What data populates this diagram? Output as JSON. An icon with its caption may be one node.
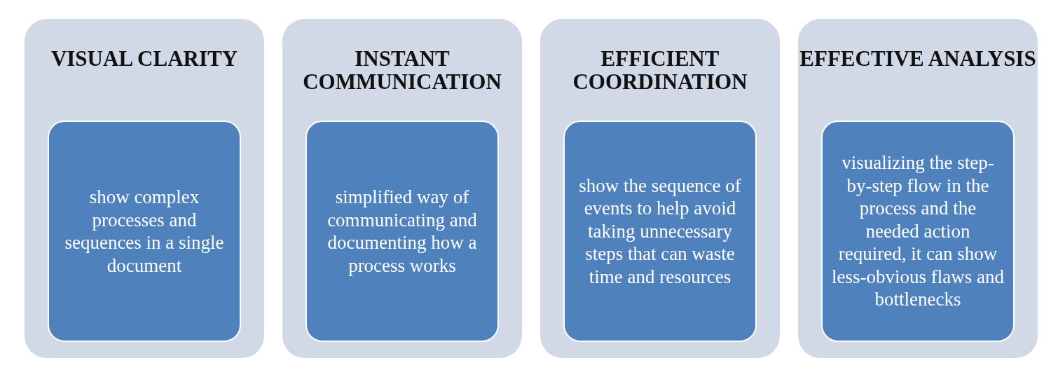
{
  "diagram": {
    "nodes": [
      {
        "text": [
          "VISUAL CLARITY"
        ]
      },
      {
        "text": [
          "show complex processes and sequences in a single document"
        ],
        "in": 0
      },
      {
        "text": [
          "INSTANT COMMUNICATION"
        ]
      },
      {
        "text": [
          "simplified way of communicating and documenting how a process works"
        ],
        "in": 2
      },
      {
        "text": [
          "EFFICIENT COORDINATION"
        ]
      },
      {
        "text": [
          "show the sequence of events to help avoid taking unnecessary steps that can waste time and resources"
        ],
        "in": 4
      },
      {
        "text": [
          "EFFECTIVE ANALYSIS"
        ]
      },
      {
        "text": [
          "visualizing the step-by-step flow in the process and the needed action required, it can show less-obvious flaws and bottlenecks"
        ],
        "in": 6
      }
    ]
  }
}
